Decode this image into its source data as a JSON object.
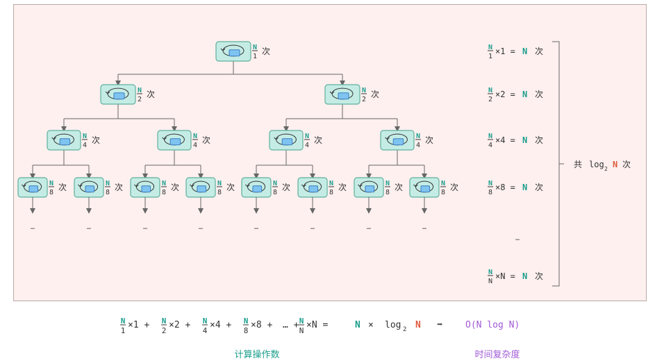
{
  "tree": {
    "levels": [
      {
        "den": "1",
        "count": 1
      },
      {
        "den": "2",
        "count": 2
      },
      {
        "den": "4",
        "count": 4
      },
      {
        "den": "8",
        "count": 8
      }
    ],
    "numerator": "N",
    "times_char": "次",
    "ellipsis": "…"
  },
  "right_column": {
    "rows": [
      {
        "den": "1",
        "mult": "1"
      },
      {
        "den": "2",
        "mult": "2"
      },
      {
        "den": "4",
        "mult": "4"
      },
      {
        "den": "8",
        "mult": "8"
      },
      {
        "den": "N",
        "mult": "N"
      }
    ],
    "ellipsis": "…",
    "total_prefix": "共",
    "total_log": "log",
    "total_sub": "2",
    "total_n": "N",
    "total_suffix": "次"
  },
  "formula": {
    "terms": [
      {
        "den": "1",
        "mult": "1"
      },
      {
        "den": "2",
        "mult": "2"
      },
      {
        "den": "4",
        "mult": "4"
      },
      {
        "den": "8",
        "mult": "8"
      }
    ],
    "ellipsis": "…",
    "last_term": {
      "den": "N",
      "mult": "N"
    },
    "result_n": "N",
    "times_sign": "×",
    "log_text": "log",
    "log_sub": "2",
    "log_n": "N",
    "arrow": "➡",
    "complexity": "O(N log N)"
  },
  "captions": {
    "left": "计算操作数",
    "right": "时间复杂度"
  },
  "colors": {
    "panel_bg": "#fdf0ef",
    "node_fill": "#c4ece5",
    "node_stroke": "#5faf9c",
    "inner_fill": "#7fc3f0",
    "teal": "#1b9e8c",
    "red": "#e05a3c",
    "purple": "#a05ad6",
    "line": "#666666"
  }
}
